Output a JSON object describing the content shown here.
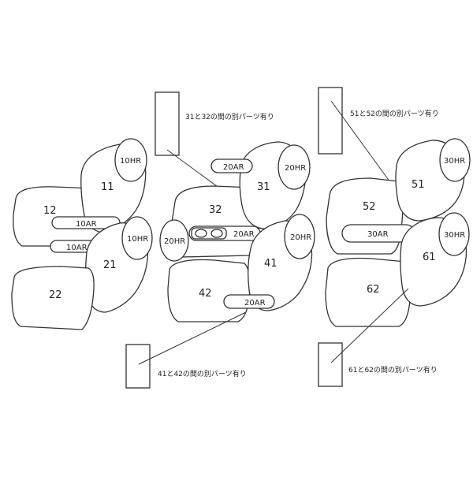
{
  "seats": {
    "s11": "11",
    "s12": "12",
    "s21": "21",
    "s22": "22",
    "s31": "31",
    "s32": "32",
    "s41": "41",
    "s42": "42",
    "s51": "51",
    "s52": "52",
    "s61": "61",
    "s62": "62"
  },
  "parts": {
    "hr10": "10HR",
    "ar10": "10AR",
    "hr20": "20HR",
    "ar20": "20AR",
    "hr30": "30HR",
    "ar30": "30AR"
  },
  "notes": {
    "n31_32": "31と32の間の別パーツ有り",
    "n41_42": "41と42の間の別パーツ有り",
    "n51_52": "51と52の間の別パーツ有り",
    "n61_62": "61と62の間の別パーツ有り"
  }
}
